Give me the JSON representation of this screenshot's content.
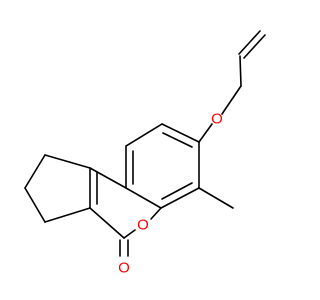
{
  "structure": {
    "atom_labels": {
      "ether_oxygen": "O",
      "ring_oxygen": "O",
      "carbonyl_oxygen": "O"
    },
    "colors": {
      "oxygen": "#ff0000",
      "bond": "#000000",
      "background": "#ffffff"
    }
  }
}
